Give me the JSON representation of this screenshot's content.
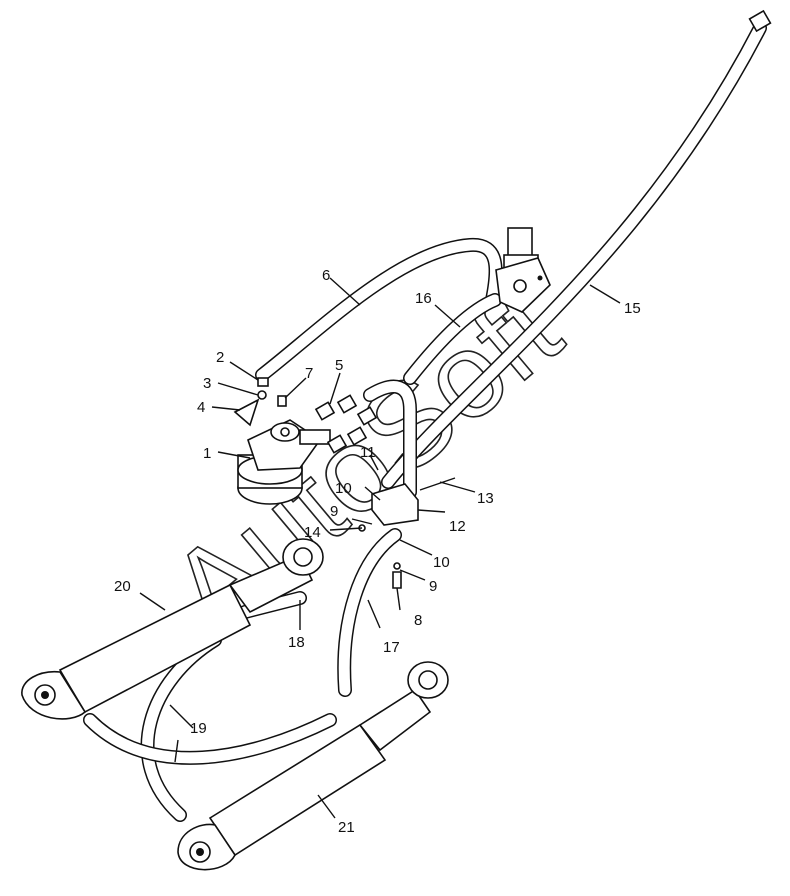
{
  "watermark": "AutoSoft",
  "callouts": [
    "1",
    "2",
    "3",
    "4",
    "5",
    "6",
    "7",
    "8",
    "9",
    "10",
    "11",
    "12",
    "13",
    "14",
    "15",
    "16",
    "17",
    "18",
    "19",
    "20",
    "21"
  ],
  "callout_labels": {
    "c1": "1",
    "c2": "2",
    "c3": "3",
    "c4": "4",
    "c5": "5",
    "c6": "6",
    "c7": "7",
    "c8": "8",
    "c9a": "9",
    "c9b": "9",
    "c10a": "10",
    "c10b": "10",
    "c11": "11",
    "c12": "12",
    "c13": "13",
    "c14": "14",
    "c15": "15",
    "c16": "16",
    "c17": "17",
    "c18": "18",
    "c19": "19",
    "c20": "20",
    "c21": "21"
  }
}
